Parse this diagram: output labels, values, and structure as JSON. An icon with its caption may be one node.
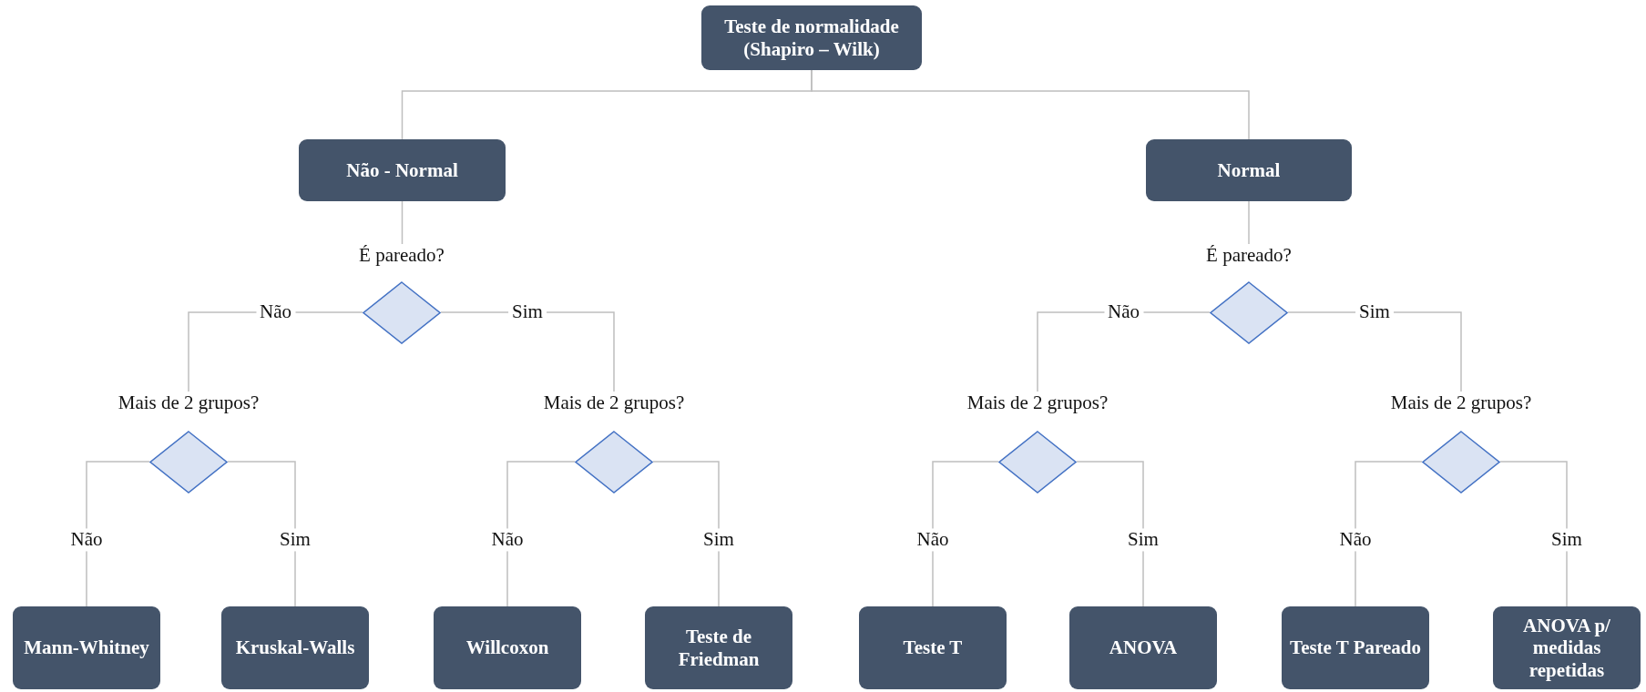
{
  "diagram": {
    "nodes": [
      {
        "text": [
          "Teste de normalidade (Shapiro – Wilk)"
        ]
      },
      {
        "text": [
          "Não - Normal"
        ]
      },
      {
        "text": [
          "Normal"
        ]
      },
      {
        "text": [
          "É pareado?"
        ]
      },
      {
        "text": [
          "É pareado?"
        ]
      },
      {
        "text": [
          "Mais de 2 grupos?"
        ]
      },
      {
        "text": [
          "Mais de 2 grupos?"
        ]
      },
      {
        "text": [
          "Mais de 2 grupos?"
        ]
      },
      {
        "text": [
          "Mais de 2 grupos?"
        ]
      },
      {
        "text": [
          "Mann-Whitney"
        ]
      },
      {
        "text": [
          "Kruskal-Walls"
        ]
      },
      {
        "text": [
          "Willcoxon"
        ]
      },
      {
        "text": [
          "Teste de Friedman"
        ]
      },
      {
        "text": [
          "Teste T"
        ]
      },
      {
        "text": [
          "ANOVA"
        ]
      },
      {
        "text": [
          "Teste T Pareado"
        ]
      },
      {
        "text": [
          "ANOVA p/ medidas repetidas"
        ]
      }
    ],
    "edges": [
      {
        "from": 0,
        "to": 1,
        "arrow": "none"
      },
      {
        "from": 0,
        "to": 2,
        "arrow": "none"
      },
      {
        "from": 1,
        "to": 3,
        "arrow": "none"
      },
      {
        "from": 2,
        "to": 4,
        "arrow": "none"
      },
      {
        "from": 3,
        "to": 5,
        "label": "Não",
        "arrow": "none"
      },
      {
        "from": 3,
        "to": 6,
        "label": "Sim",
        "arrow": "none"
      },
      {
        "from": 4,
        "to": 7,
        "label": "Não",
        "arrow": "none"
      },
      {
        "from": 4,
        "to": 8,
        "label": "Sim",
        "arrow": "none"
      },
      {
        "from": 5,
        "to": 9,
        "label": "Não",
        "arrow": "none"
      },
      {
        "from": 5,
        "to": 10,
        "label": "Sim",
        "arrow": "none"
      },
      {
        "from": 6,
        "to": 11,
        "label": "Não",
        "arrow": "none"
      },
      {
        "from": 6,
        "to": 12,
        "label": "Sim",
        "arrow": "none"
      },
      {
        "from": 7,
        "to": 13,
        "label": "Não",
        "arrow": "none"
      },
      {
        "from": 7,
        "to": 14,
        "label": "Sim",
        "arrow": "none"
      },
      {
        "from": 8,
        "to": 15,
        "label": "Não",
        "arrow": "none"
      },
      {
        "from": 8,
        "to": 16,
        "label": "Sim",
        "arrow": "none"
      }
    ]
  }
}
